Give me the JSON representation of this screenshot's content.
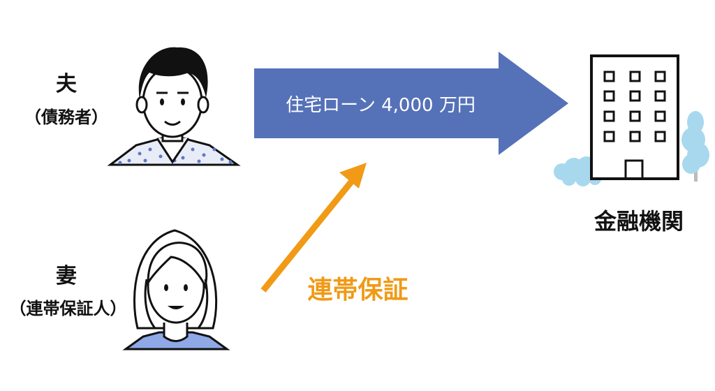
{
  "husband": {
    "name": "夫",
    "role": "（債務者）"
  },
  "wife": {
    "name": "妻",
    "role": "（連帯保証人）"
  },
  "loan": {
    "label": "住宅ローン 4,000 万円",
    "arrow_color": "#5571B8"
  },
  "guarantee": {
    "label": "連帯保証",
    "color": "#F09A16"
  },
  "bank": {
    "label": "金融機関"
  },
  "icons": [
    "man-avatar-icon",
    "woman-avatar-icon",
    "building-icon",
    "tree-icon",
    "shrub-icon"
  ]
}
